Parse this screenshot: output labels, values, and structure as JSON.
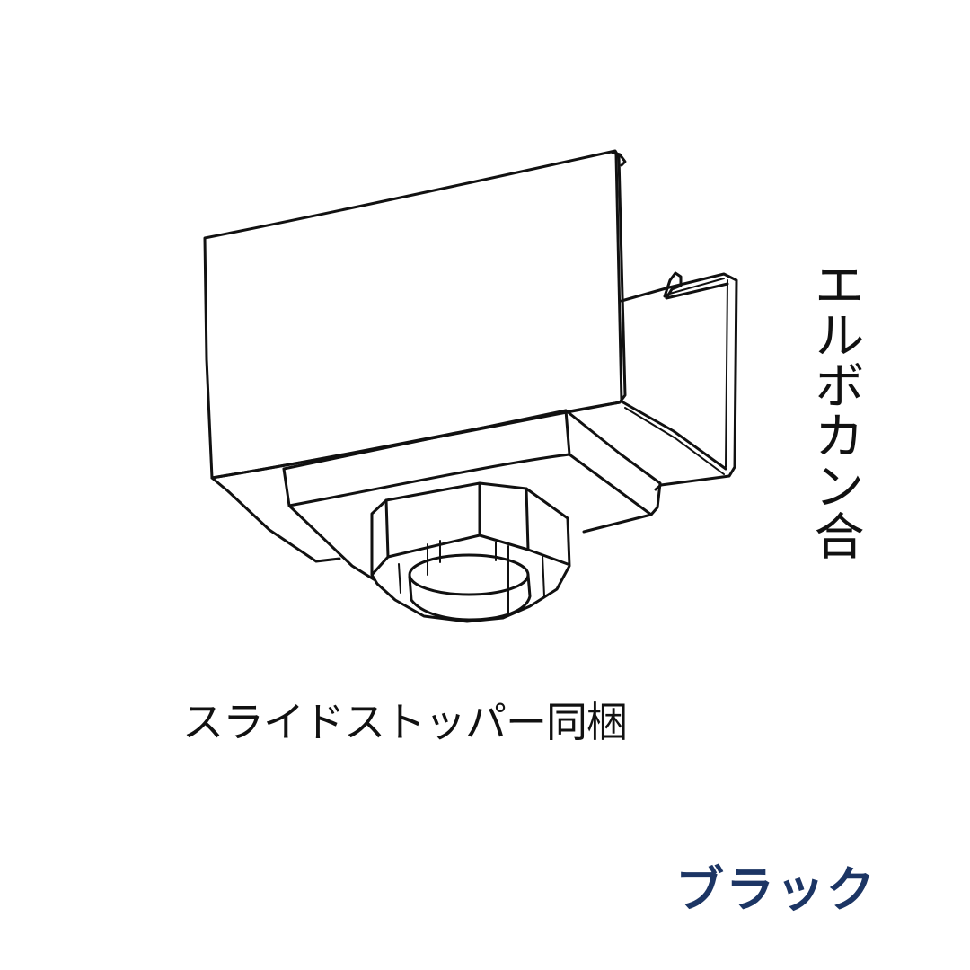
{
  "product": {
    "name": "エルボカン合",
    "illustration": "gutter-elbow-fitting-line-drawing"
  },
  "bundle_note": "スライドストッパー同梱",
  "color_variant": {
    "label": "ブラック",
    "color": "#1c3564"
  },
  "colors": {
    "line_art": "#111111",
    "background": "#ffffff",
    "accent": "#1c3564"
  }
}
